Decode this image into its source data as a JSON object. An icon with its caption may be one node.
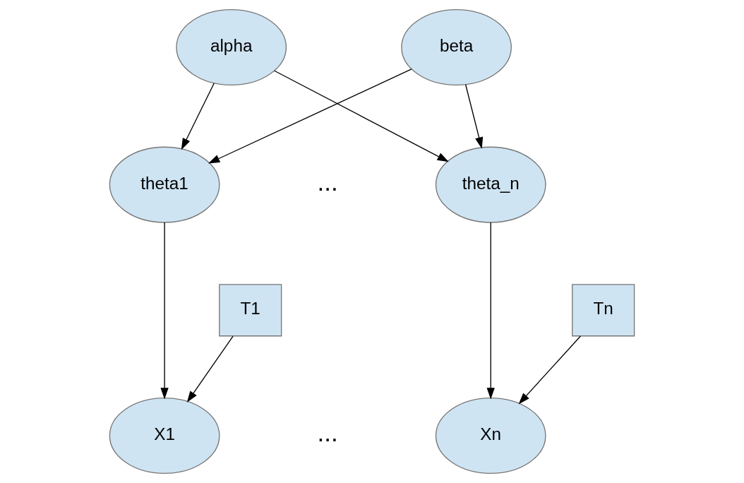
{
  "diagram": {
    "nodes": [
      {
        "text": [
          "alpha"
        ]
      },
      {
        "text": [
          "beta"
        ]
      },
      {
        "text": [
          "theta1"
        ]
      },
      {
        "text": [
          "theta_n"
        ]
      },
      {
        "text": [
          "T1"
        ]
      },
      {
        "text": [
          "Tn"
        ]
      },
      {
        "text": [
          "X1"
        ]
      },
      {
        "text": [
          "Xn"
        ]
      }
    ],
    "edges": [
      {
        "from": 0,
        "to": 2,
        "arrow": "to"
      },
      {
        "from": 0,
        "to": 3,
        "arrow": "to"
      },
      {
        "from": 1,
        "to": 2,
        "arrow": "to"
      },
      {
        "from": 1,
        "to": 3,
        "arrow": "to"
      },
      {
        "from": 2,
        "to": 6,
        "arrow": "to"
      },
      {
        "from": 4,
        "to": 6,
        "arrow": "to"
      },
      {
        "from": 3,
        "to": 7,
        "arrow": "to"
      },
      {
        "from": 5,
        "to": 7,
        "arrow": "to"
      }
    ],
    "labels": [
      "...",
      "..."
    ]
  }
}
